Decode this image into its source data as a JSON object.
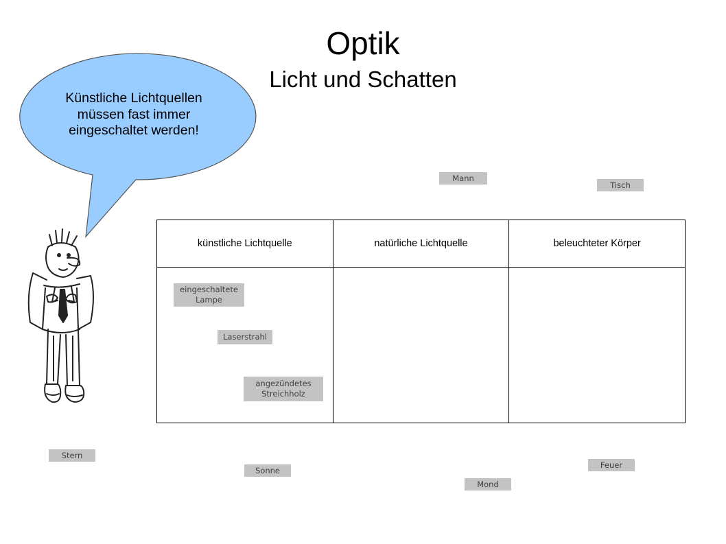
{
  "title": "Optik",
  "subtitle": "Licht und Schatten",
  "speech_bubble": {
    "text": "Künstliche Lichtquellen müssen fast immer eingeschaltet werden!",
    "fill_color": "#99ccff"
  },
  "table": {
    "headers": [
      "künstliche Lichtquelle",
      "natürliche Lichtquelle",
      "beleuchteter Körper"
    ]
  },
  "cards": {
    "mann": "Mann",
    "tisch": "Tisch",
    "eingeschaltete_lampe": "eingeschaltete Lampe",
    "laserstrahl": "Laserstrahl",
    "angezuendetes_streichholz": "angezündetes Streichholz",
    "stern": "Stern",
    "sonne": "Sonne",
    "mond": "Mond",
    "feuer": "Feuer"
  },
  "card_color": "#c3c3c3"
}
